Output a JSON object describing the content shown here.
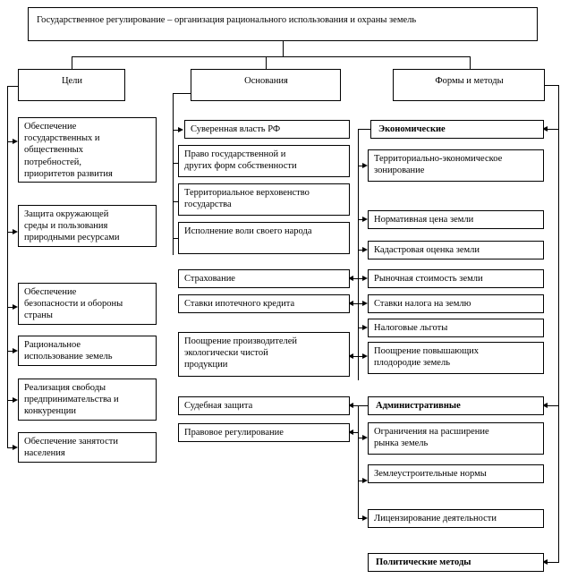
{
  "diagram": {
    "title_box": {
      "label": "Государственное регулирование – организация рационального использования и охраны земель"
    },
    "headers": [
      {
        "key": "goals",
        "label": "Цели"
      },
      {
        "key": "grounds",
        "label": "Основания"
      },
      {
        "key": "forms",
        "label": "Формы и методы"
      }
    ],
    "goals_items": [
      {
        "label": "Обеспечение\nгосударственных и\nобщественных\nпотребностей,\nприоритетов развития"
      },
      {
        "label": "Защита окружающей\nсреды и пользования\nприродными ресурсами"
      },
      {
        "label": "Обеспечение\nбезопасности и обороны\nстраны"
      },
      {
        "label": "Рациональное\nиспользование земель"
      },
      {
        "label": "Реализация свободы\nпредпринимательства и\nконкуренции"
      },
      {
        "label": "Обеспечение занятости\nнаселения"
      }
    ],
    "grounds_items": [
      {
        "label": "Суверенная власть РФ"
      },
      {
        "label": "Право государственной и\nдругих форм собственности"
      },
      {
        "label": "Территориальное верховенство\nгосударства"
      },
      {
        "label": "Исполнение воли своего народа"
      }
    ],
    "methods_mid_items": [
      {
        "label": "Страхование"
      },
      {
        "label": "Ставки ипотечного кредита"
      },
      {
        "label": "Поощрение производителей\nэкологически чистой\nпродукции"
      },
      {
        "label": "Судебная защита"
      },
      {
        "label": "Правовое регулирование"
      }
    ],
    "methods_right_items": [
      {
        "label": "Экономические",
        "bold": true
      },
      {
        "label": "Территориально-экономическое\nзонирование",
        "bold": false
      },
      {
        "label": "Нормативная цена земли",
        "bold": false
      },
      {
        "label": "Кадастровая оценка земли",
        "bold": false
      },
      {
        "label": "Рыночная стоимость земли",
        "bold": false
      },
      {
        "label": "Ставки налога на землю",
        "bold": false
      },
      {
        "label": "Налоговые льготы",
        "bold": false
      },
      {
        "label": "Поощрение повышающих\nплодородие земель",
        "bold": false
      },
      {
        "label": "Административные",
        "bold": true
      },
      {
        "label": "Ограничения на расширение\nрынка земель",
        "bold": false
      },
      {
        "label": "Землеустроительные нормы",
        "bold": false
      },
      {
        "label": "Лицензирование деятельности",
        "bold": false
      },
      {
        "label": "Политические методы",
        "bold": true
      }
    ],
    "colors": {
      "stroke": "#000000",
      "background": "#ffffff",
      "text": "#000000"
    }
  }
}
